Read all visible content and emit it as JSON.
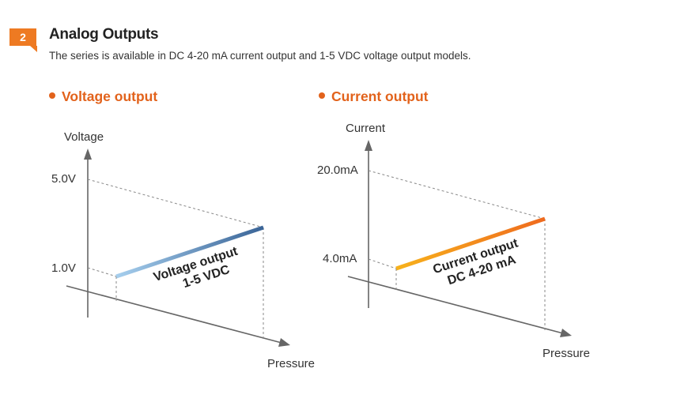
{
  "header": {
    "number": "2",
    "title": "Analog Outputs",
    "subtitle": "The series is available in DC 4-20 mA current output and 1-5 VDC voltage output models."
  },
  "voltage": {
    "section_title": "Voltage output",
    "y_axis_label": "Voltage",
    "x_axis_label": "Pressure",
    "high_label": "5.0V",
    "low_label": "1.0V",
    "line_label_1": "Voltage output",
    "line_label_2": "1-5 VDC",
    "colors": {
      "start": "#a6cfee",
      "end": "#3a6497"
    }
  },
  "current": {
    "section_title": "Current output",
    "y_axis_label": "Current",
    "x_axis_label": "Pressure",
    "high_label": "20.0mA",
    "low_label": "4.0mA",
    "line_label_1": "Current output",
    "line_label_2": "DC 4-20 mA",
    "colors": {
      "start": "#f7b21c",
      "end": "#ef6a1e"
    }
  },
  "colors": {
    "accent": "#e2621b",
    "badge": "#ee7a22",
    "axis": "#666666"
  }
}
